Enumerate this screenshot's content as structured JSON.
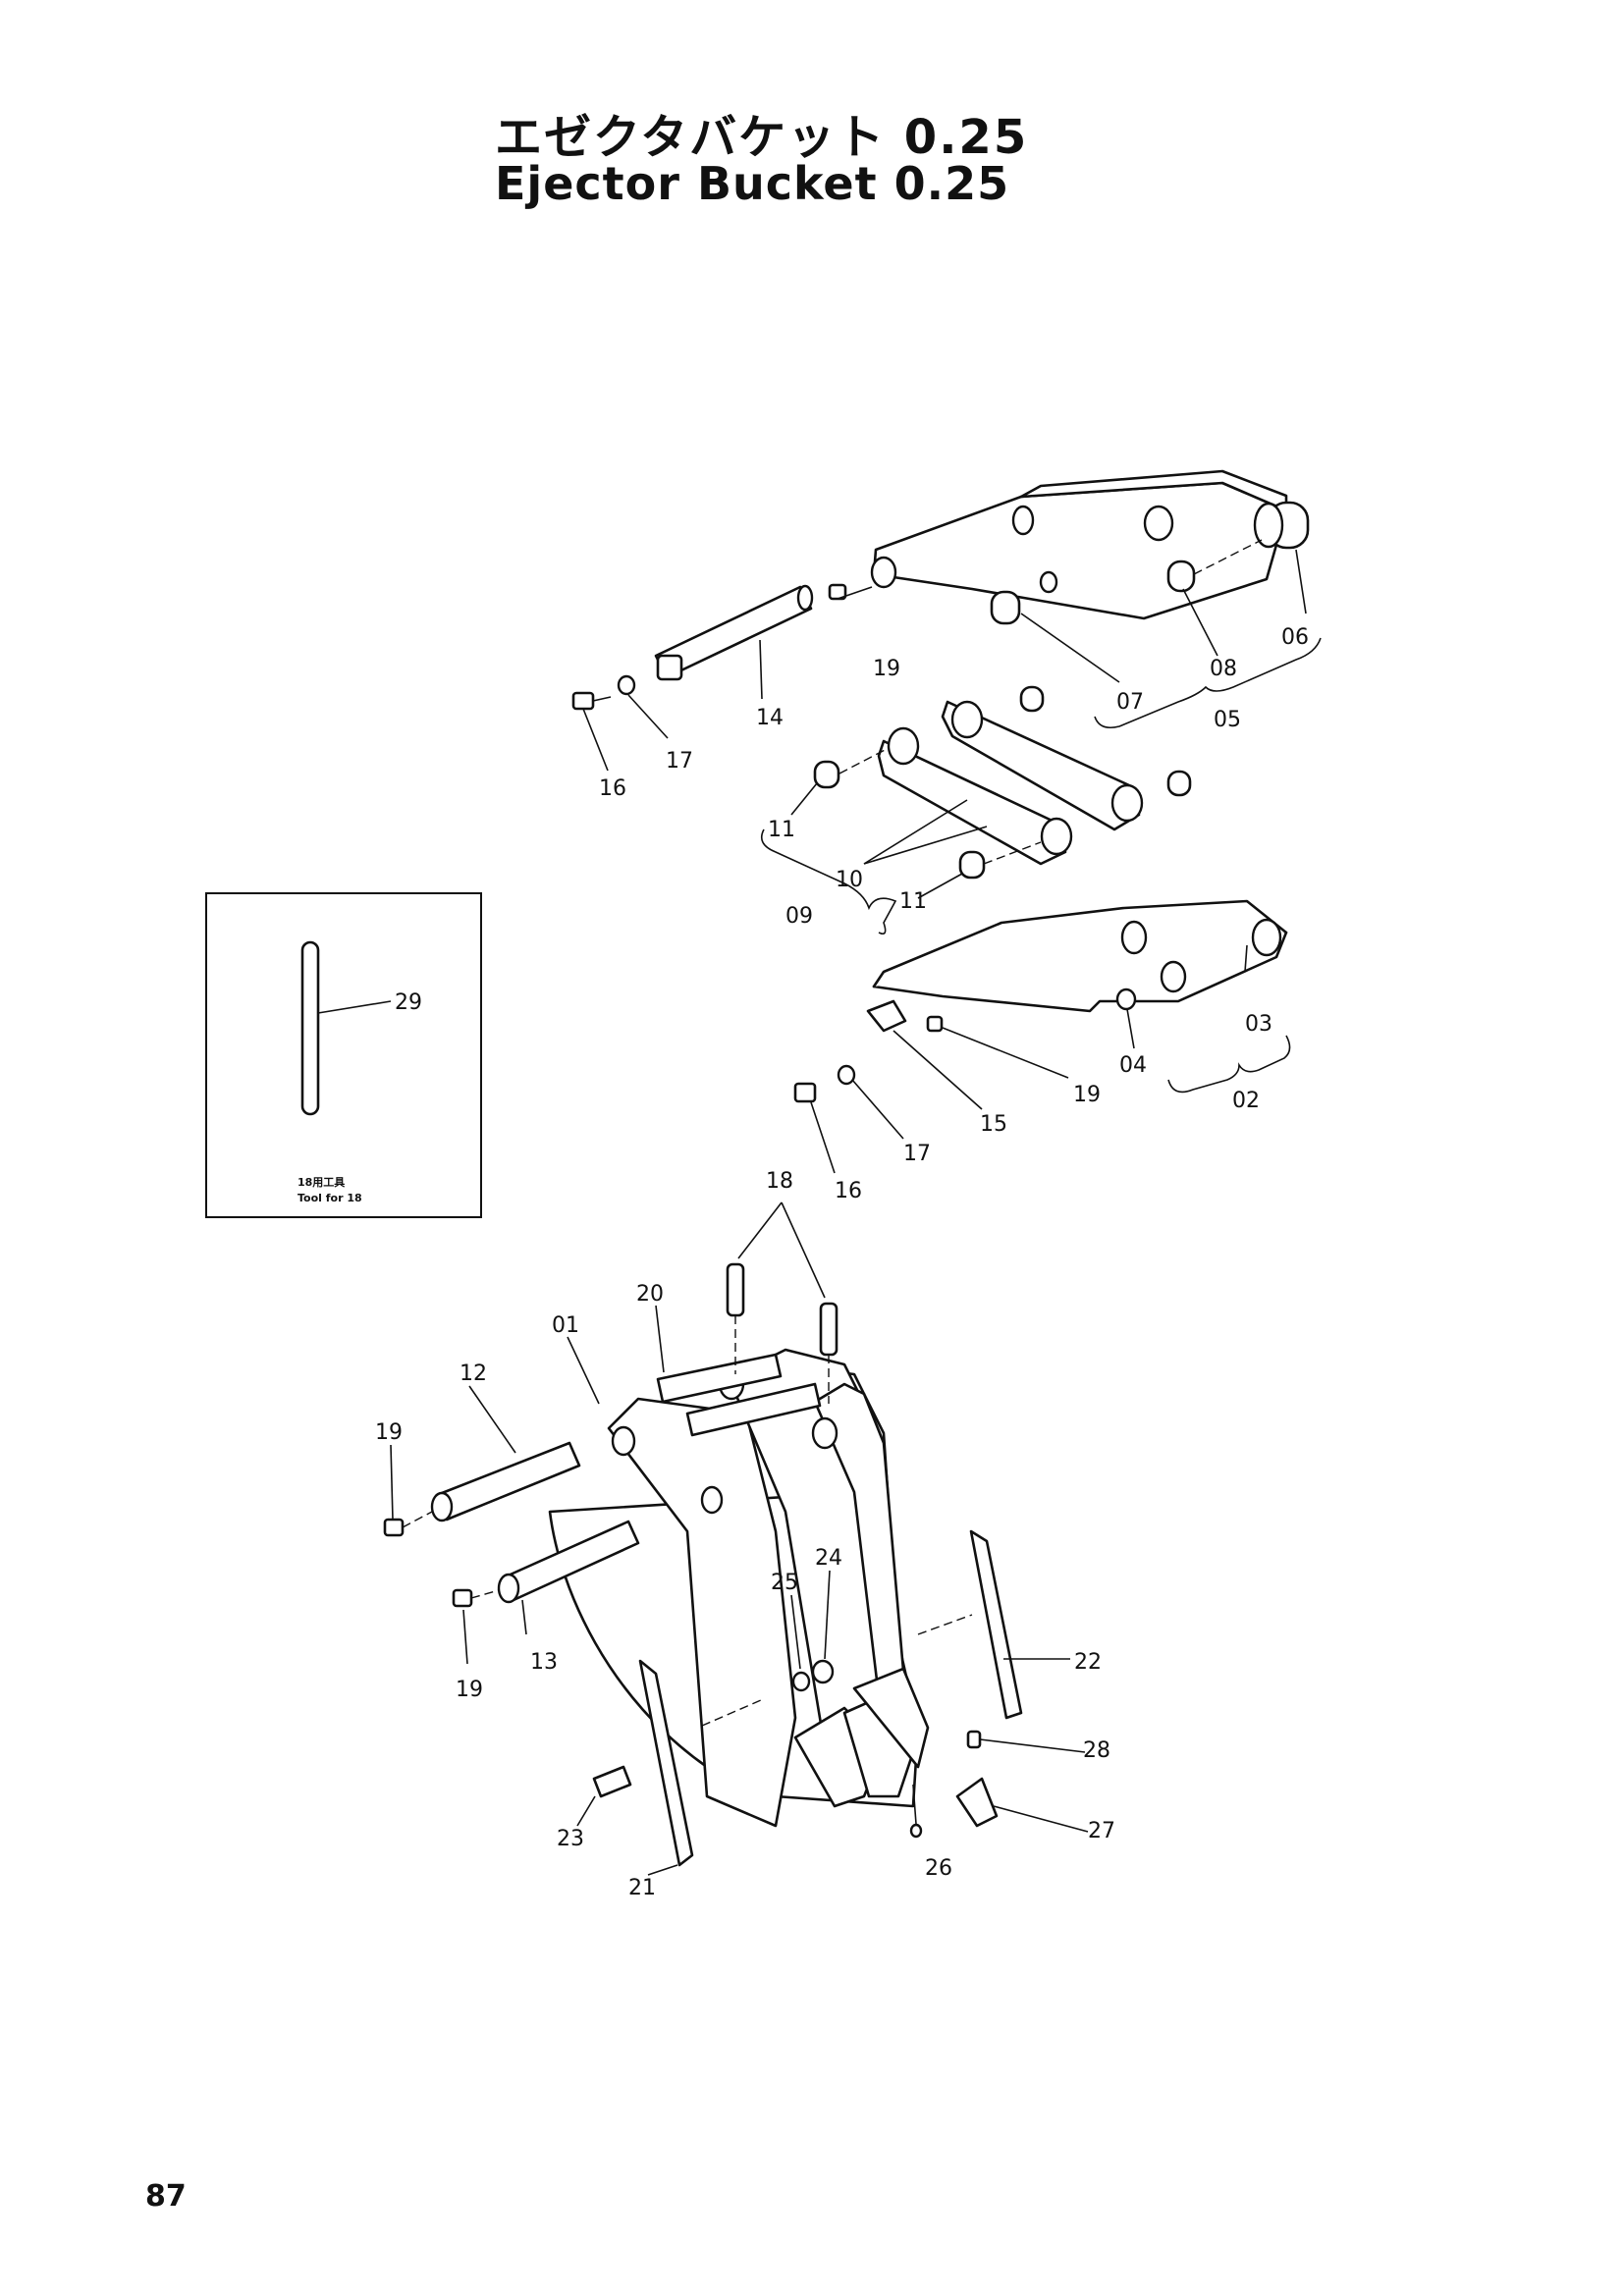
{
  "header": {
    "title_ja": "エゼクタバケット 0.25",
    "title_en": "Ejector Bucket 0.25"
  },
  "inset": {
    "caption_ja": "18用工具",
    "caption_en": "Tool for 18"
  },
  "page_number": "87",
  "callouts": {
    "c01": "01",
    "c02": "02",
    "c03": "03",
    "c04": "04",
    "c05": "05",
    "c06": "06",
    "c07": "07",
    "c08": "08",
    "c09": "09",
    "c10": "10",
    "c11a": "11",
    "c11b": "11",
    "c12": "12",
    "c13": "13",
    "c14": "14",
    "c15": "15",
    "c16a": "16",
    "c16b": "16",
    "c17a": "17",
    "c17b": "17",
    "c18": "18",
    "c19a": "19",
    "c19b": "19",
    "c19c": "19",
    "c19d": "19",
    "c20": "20",
    "c21": "21",
    "c22": "22",
    "c23": "23",
    "c24": "24",
    "c25": "25",
    "c26": "26",
    "c27": "27",
    "c28": "28",
    "c29": "29"
  }
}
